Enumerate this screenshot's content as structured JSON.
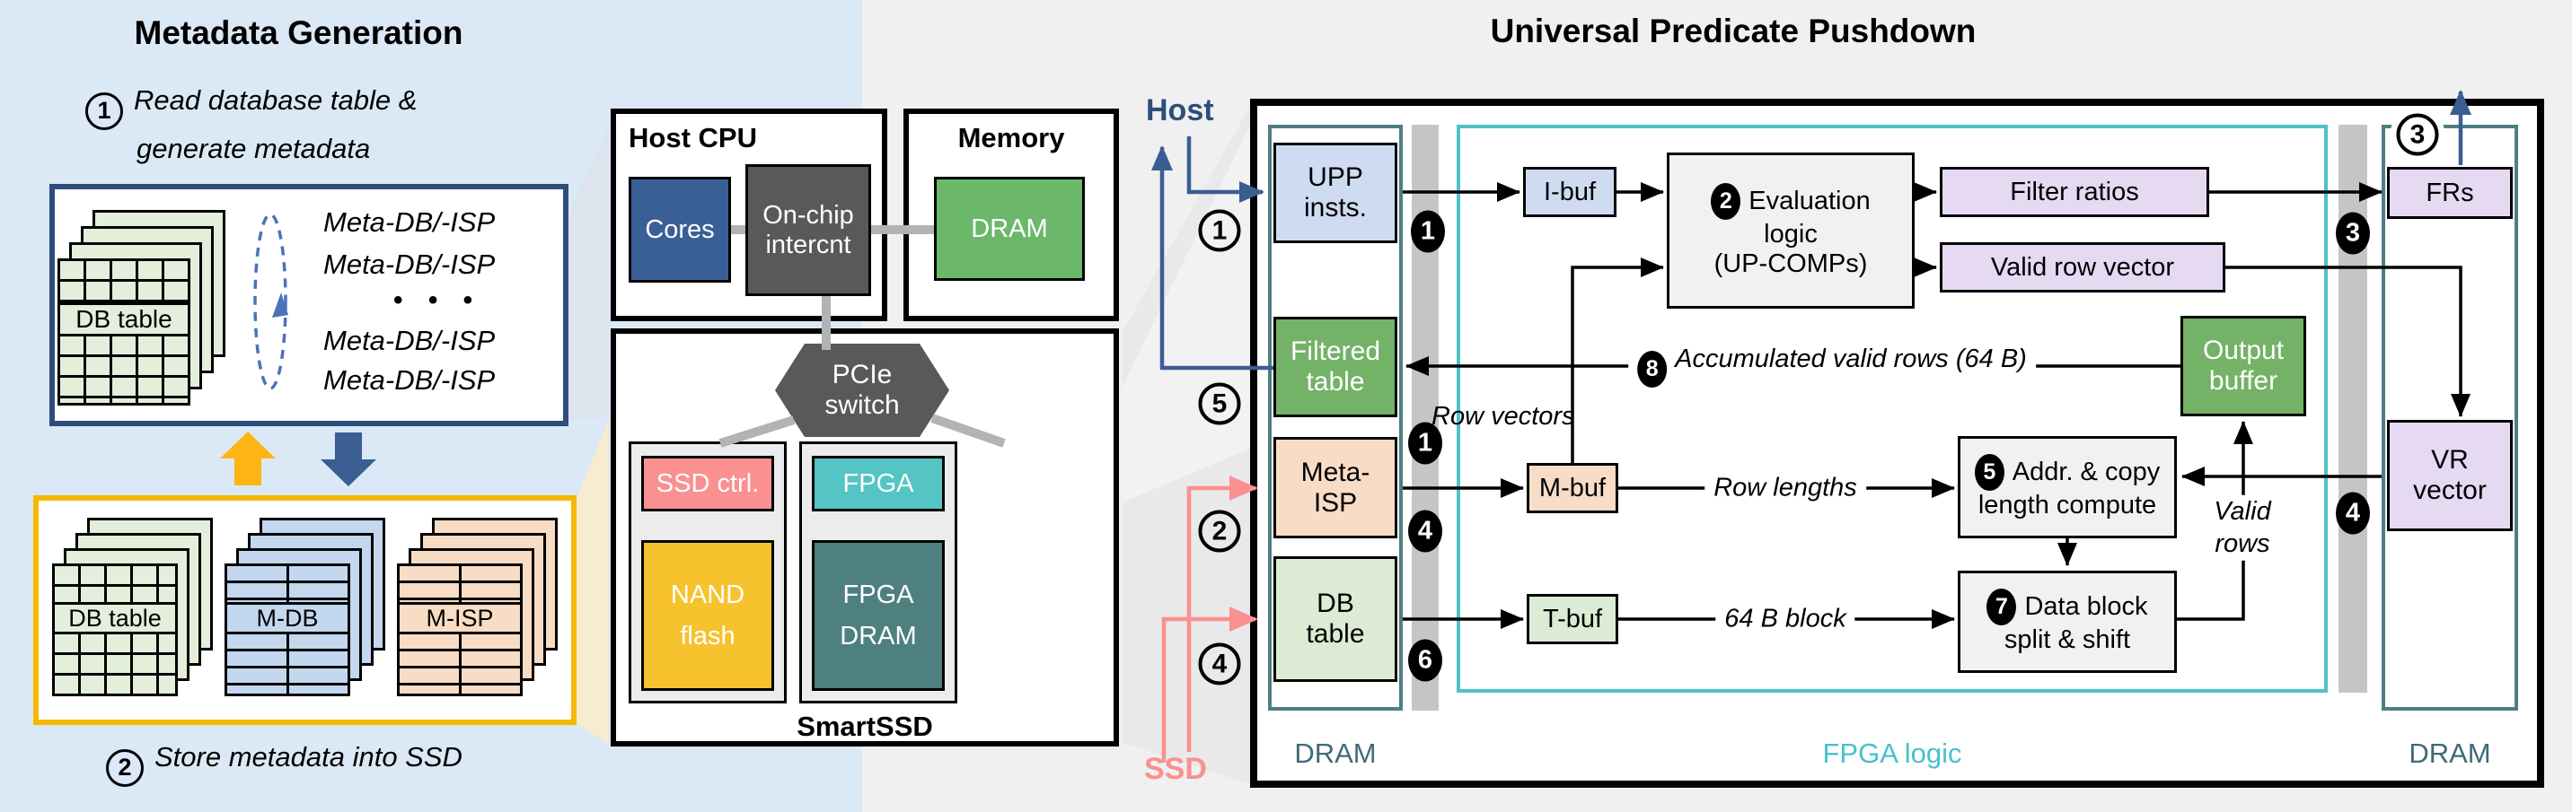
{
  "palette": {
    "left_panel_bg": "#dbe8f6",
    "right_bg": "#f0f0f0",
    "navy": "#2e4d7b",
    "blue_arrow": "#3a5d92",
    "gold": "#f5b800",
    "yellow_arrow": "#fdb515",
    "salmon": "#fa9090",
    "green_box": "#74b267",
    "light_blue_box": "#cfdbf1",
    "peach_box": "#f9dcc6",
    "light_green_box": "#dcecd4",
    "purple_box": "#e6d9f2",
    "teal_dark": "#4e7e82",
    "teal_bright": "#4fc3c3",
    "gray_bar": "#c5c5c5",
    "cores_blue": "#3a5f96",
    "dark_gray": "#595959",
    "dram_green": "#6cb86a",
    "ssd_ctrl": "#fa9090",
    "nand_yellow": "#f6c22e",
    "fpga_teal": "#55c4c4",
    "fpga_dram_teal": "#4f8080"
  },
  "left": {
    "title": "Metadata Generation",
    "step1": {
      "num": "1",
      "line1": "Read database table &",
      "line2": "generate metadata"
    },
    "step2": {
      "num": "2",
      "text": "Store metadata into SSD"
    },
    "db_stack_label": "DB table",
    "meta_lines": [
      "Meta-DB/-ISP",
      "Meta-DB/-ISP",
      "• • •",
      "Meta-DB/-ISP",
      "Meta-DB/-ISP"
    ],
    "yellow_stacks": {
      "db": "DB table",
      "mdb": "M-DB",
      "misp": "M-ISP"
    }
  },
  "host": {
    "cpu_title": "Host CPU",
    "cores": "Cores",
    "intercnt1": "On-chip",
    "intercnt2": "intercnt",
    "memory_title": "Memory",
    "dram": "DRAM",
    "pcie1": "PCIe",
    "pcie2": "switch",
    "ssd_ctrl": "SSD ctrl.",
    "nand1": "NAND",
    "nand2": "flash",
    "fpga": "FPGA",
    "fpga_dram1": "FPGA",
    "fpga_dram2": "DRAM",
    "smartssd": "SmartSSD"
  },
  "upp": {
    "title": "Universal Predicate Pushdown",
    "host": "Host",
    "ssd": "SSD",
    "upp1": "UPP",
    "upp2": "insts.",
    "filtered1": "Filtered",
    "filtered2": "table",
    "metaisp1": "Meta-",
    "metaisp2": "ISP",
    "dbtable1": "DB",
    "dbtable2": "table",
    "ibuf": "I-buf",
    "mbuf": "M-buf",
    "tbuf": "T-buf",
    "eval_badge": "2",
    "eval1": "Evaluation",
    "eval2": "logic",
    "eval3": "(UP-COMPs)",
    "filter_ratios": "Filter ratios",
    "valid_row_vector": "Valid row vector",
    "output1": "Output",
    "output2": "buffer",
    "addr_badge": "5",
    "addr1": "Addr. & copy",
    "addr2": "length compute",
    "data_badge": "7",
    "data1": "Data block",
    "data2": "split & shift",
    "frs": "FRs",
    "vr1": "VR",
    "vr2": "vector",
    "dram_left": "DRAM",
    "fpga_logic": "FPGA logic",
    "dram_right": "DRAM",
    "acc_badge": "8",
    "accumulated": "Accumulated valid rows (64 B)",
    "row_vectors": "Row vectors",
    "row_lengths": "Row lengths",
    "block64": "64 B block",
    "valid1": "Valid",
    "valid2": "rows",
    "c1": "1",
    "c5": "5",
    "c2": "2",
    "c4": "4",
    "c3": "3",
    "b_upp": "1",
    "b_meta_top": "1",
    "b_meta_bot": "4",
    "b_db": "6",
    "b_frs": "3",
    "b_vr": "4"
  }
}
